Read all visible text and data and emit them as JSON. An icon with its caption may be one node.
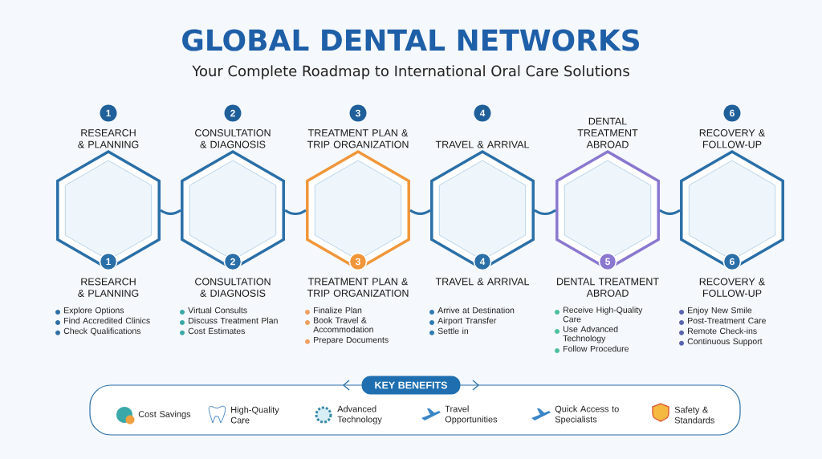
{
  "diagram": {
    "title": "GLOBAL DENTAL NETWORKS",
    "nodes": [
      {
        "text": [
          "1"
        ],
        "beside": [
          "RESEARCH & PLANNING",
          "RESEARCH & PLANNING",
          "Explore Options",
          "Find Accredited Clinics",
          "Check Qualifications"
        ]
      },
      {
        "text": [
          "2"
        ],
        "beside": [
          "CONSULTATION & DIAGNOSIS",
          "CONSULTATION & DIAGNOSIS",
          "Virtual Consults",
          "Discuss Treatment Plan",
          "Cost Estimates"
        ]
      },
      {
        "text": [
          "3"
        ],
        "beside": [
          "TREATMENT PLAN & TRIP ORGANIZATION",
          "TREATMENT PLAN & TRIP ORGANIZATION",
          "Finalize Plan",
          "Book Travel & Accommodation",
          "Prepare Documents"
        ]
      },
      {
        "text": [
          "4"
        ],
        "beside": [
          "TRAVEL & ARRIVAL",
          "TRAVEL & ARRIVAL",
          "Arrive at Destination",
          "Airport Transfer",
          "Settle in"
        ]
      },
      {
        "text": [
          "5"
        ],
        "beside": [
          "DENTAL TREATMENT ABROAD",
          "DENTAL TREATMENT ABROAD",
          "Receive High-Quality Care",
          "Use Advanced Technology",
          "Follow Procedure"
        ]
      },
      {
        "text": [
          "6"
        ],
        "beside": [
          "RECOVERY & FOLLOW-UP",
          "RECOVERY & FOLLOW-UP",
          "Enjoy New Smile",
          "Post-Treatment Care",
          "Remote Check-ins",
          "Continuous Support"
        ]
      },
      {
        "text": [
          "KEY BENEFITS"
        ]
      }
    ],
    "edges": [
      {
        "from": 0,
        "to": 1,
        "arrow": "none"
      },
      {
        "from": 1,
        "to": 2,
        "arrow": "none"
      },
      {
        "from": 2,
        "to": 3,
        "arrow": "none"
      },
      {
        "from": 3,
        "to": 4,
        "arrow": "none"
      },
      {
        "from": 4,
        "to": 5,
        "arrow": "none"
      }
    ],
    "labels": [
      "Your Complete Roadmap to International Oral Care Solutions",
      "1",
      "2",
      "3",
      "4",
      "6",
      "Cost Savings",
      "High-Quality Care",
      "Advanced Technology",
      "Travel Opportunities",
      "Quick Access to Specialists",
      "Safety & Standards"
    ]
  }
}
